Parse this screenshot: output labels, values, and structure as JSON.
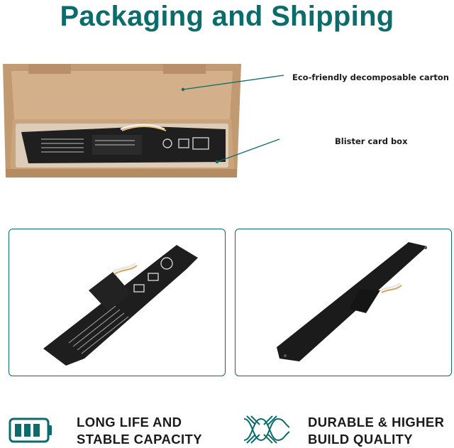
{
  "title": "Packaging and Shipping",
  "callouts": {
    "carton": "Eco-friendly decomposable carton",
    "blister": "Blister card box"
  },
  "features": [
    {
      "icon": "battery-icon",
      "line1": "LONG LIFE AND",
      "line2": "STABLE CAPACITY"
    },
    {
      "icon": "braided-cable-icon",
      "line1": "DURABLE & HIGHER",
      "line2": "BUILD QUALITY"
    }
  ],
  "colors": {
    "accent": "#0b6d6b",
    "carton": "#c9a27a",
    "battery": "#1e1e1e"
  }
}
